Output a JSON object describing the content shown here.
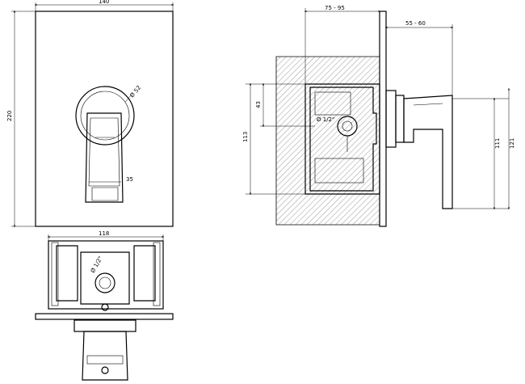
{
  "front_view": {
    "width_label": "140",
    "height_label": "220",
    "diameter_label": "Ø 52",
    "lever_width_label": "35"
  },
  "bottom_view": {
    "width_label": "118",
    "connection_label": "Ø 1/2\""
  },
  "side_view": {
    "embed_depth_label": "75 - 95",
    "projection_label": "55 - 60",
    "upper_label": "43",
    "body_height_label": "113",
    "connection_label": "Ø 1/2\"",
    "lever_height_label": "111",
    "total_height_label": "121"
  }
}
